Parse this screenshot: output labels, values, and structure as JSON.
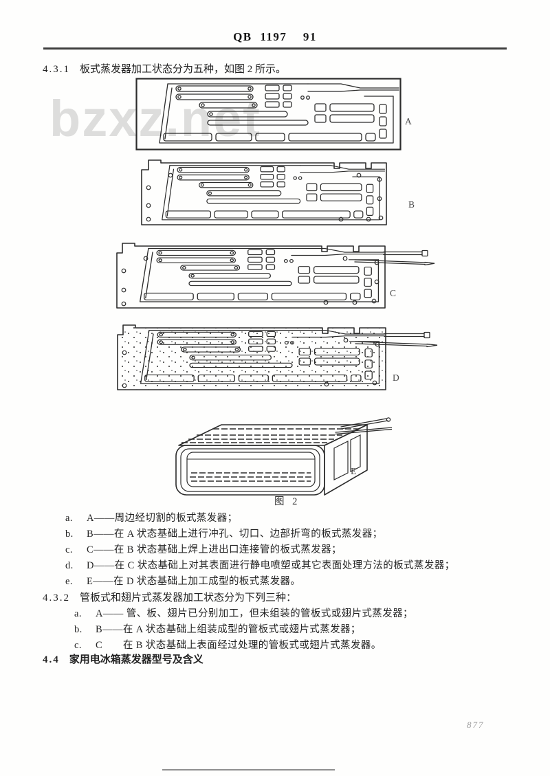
{
  "page": {
    "header": "QB 1197  91",
    "page_number": "877",
    "watermark": "bzxz.net"
  },
  "sections": {
    "s431": {
      "number": "4.3.1",
      "text": "板式蒸发器加工状态分为五种，如图 2 所示。"
    },
    "s432": {
      "number": "4.3.2",
      "text": "管板式和翅片式蒸发器加工状态分为下列三种："
    },
    "s44": {
      "number": "4.4",
      "text": "家用电冰箱蒸发器型号及含义"
    }
  },
  "figure": {
    "caption": "图 2",
    "label_a": "A",
    "label_b": "B",
    "label_c": "C",
    "label_d": "D",
    "label_e": "E"
  },
  "list431": [
    {
      "marker": "a.",
      "body": "A——周边经切割的板式蒸发器；"
    },
    {
      "marker": "b.",
      "body": "B——在 A 状态基础上进行冲孔、切口、边部折弯的板式蒸发器；"
    },
    {
      "marker": "c.",
      "body": "C——在 B 状态基础上焊上进出口连接管的板式蒸发器；"
    },
    {
      "marker": "d.",
      "body": "D——在 C 状态基础上对其表面进行静电喷塑或其它表面处理方法的板式蒸发器；"
    },
    {
      "marker": "e.",
      "body": "E——在 D 状态基础上加工成型的板式蒸发器。"
    }
  ],
  "list432": [
    {
      "marker": "a.",
      "body": "A—— 管、板、翅片已分别加工，但未组装的管板式或翅片式蒸发器；"
    },
    {
      "marker": "b.",
      "body": "B——在 A 状态基础上组装成型的管板式或翅片式蒸发器；"
    },
    {
      "marker": "c.",
      "body": "C　　在 B 状态基础上表面经过处理的管板式或翅片式蒸发器。"
    }
  ]
}
